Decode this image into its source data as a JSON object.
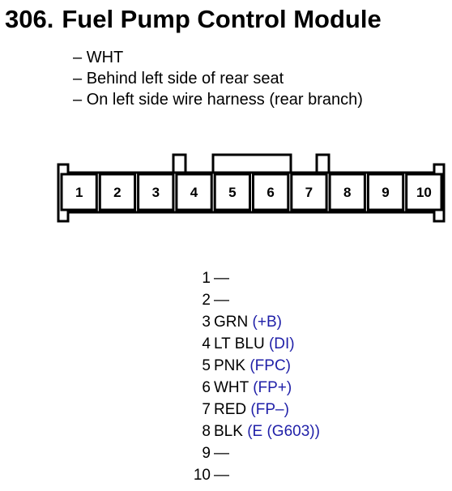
{
  "header": {
    "number": "306.",
    "title": "Fuel Pump Control Module"
  },
  "info": [
    "WHT",
    "Behind left side of rear seat",
    "On left side wire harness (rear branch)"
  ],
  "connector": {
    "cavities": [
      "1",
      "2",
      "3",
      "4",
      "5",
      "6",
      "7",
      "8",
      "9",
      "10"
    ]
  },
  "pins": [
    {
      "pin": "1",
      "wire": "—",
      "func": ""
    },
    {
      "pin": "2",
      "wire": "—",
      "func": ""
    },
    {
      "pin": "3",
      "wire": "GRN",
      "func": "(+B)"
    },
    {
      "pin": "4",
      "wire": "LT BLU",
      "func": "(DI)"
    },
    {
      "pin": "5",
      "wire": "PNK",
      "func": "(FPC)"
    },
    {
      "pin": "6",
      "wire": "WHT",
      "func": "(FP+)"
    },
    {
      "pin": "7",
      "wire": "RED",
      "func": "(FP–)"
    },
    {
      "pin": "8",
      "wire": "BLK",
      "func": "(E (G603))"
    },
    {
      "pin": "9",
      "wire": "—",
      "func": ""
    },
    {
      "pin": "10",
      "wire": "—",
      "func": ""
    }
  ],
  "colors": {
    "text": "#000000",
    "function_text": "#1f1fa8"
  }
}
